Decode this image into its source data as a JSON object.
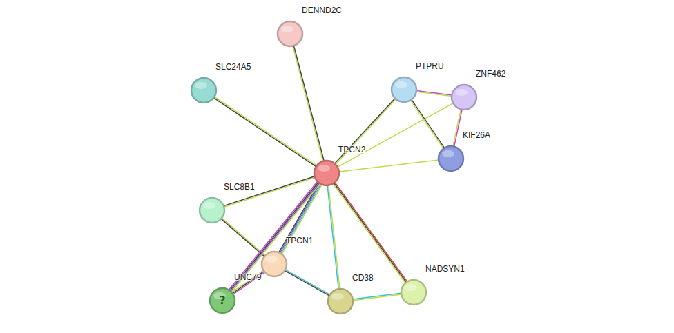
{
  "diagram": {
    "nodes": [
      {
        "text": [
          "TPCN2"
        ]
      },
      {
        "text": [
          "DENND2C"
        ]
      },
      {
        "text": [
          "SLC24A5"
        ]
      },
      {
        "text": [
          "PTPRU"
        ]
      },
      {
        "text": [
          "ZNF462"
        ]
      },
      {
        "text": [
          "KIF26A"
        ]
      },
      {
        "text": [
          "SLC8B1"
        ]
      },
      {
        "text": [
          "TPCN1"
        ]
      },
      {
        "text": [
          "UNC79",
          "?"
        ]
      },
      {
        "text": [
          "CD38"
        ]
      },
      {
        "text": [
          "NADSYN1"
        ]
      }
    ],
    "edges": [
      {
        "from": 0,
        "to": 1,
        "arrow": "none"
      },
      {
        "from": 0,
        "to": 2,
        "arrow": "none"
      },
      {
        "from": 0,
        "to": 3,
        "arrow": "none"
      },
      {
        "from": 0,
        "to": 4,
        "arrow": "none"
      },
      {
        "from": 0,
        "to": 5,
        "arrow": "none"
      },
      {
        "from": 3,
        "to": 4,
        "arrow": "none"
      },
      {
        "from": 3,
        "to": 5,
        "arrow": "none"
      },
      {
        "from": 4,
        "to": 5,
        "arrow": "none"
      },
      {
        "from": 0,
        "to": 6,
        "arrow": "none"
      },
      {
        "from": 6,
        "to": 7,
        "arrow": "none"
      },
      {
        "from": 0,
        "to": 7,
        "arrow": "none"
      },
      {
        "from": 0,
        "to": 8,
        "arrow": "none"
      },
      {
        "from": 7,
        "to": 8,
        "arrow": "none"
      },
      {
        "from": 7,
        "to": 9,
        "arrow": "none"
      },
      {
        "from": 0,
        "to": 9,
        "arrow": "none"
      },
      {
        "from": 0,
        "to": 10,
        "arrow": "none"
      },
      {
        "from": 9,
        "to": 10,
        "arrow": "none"
      }
    ]
  }
}
